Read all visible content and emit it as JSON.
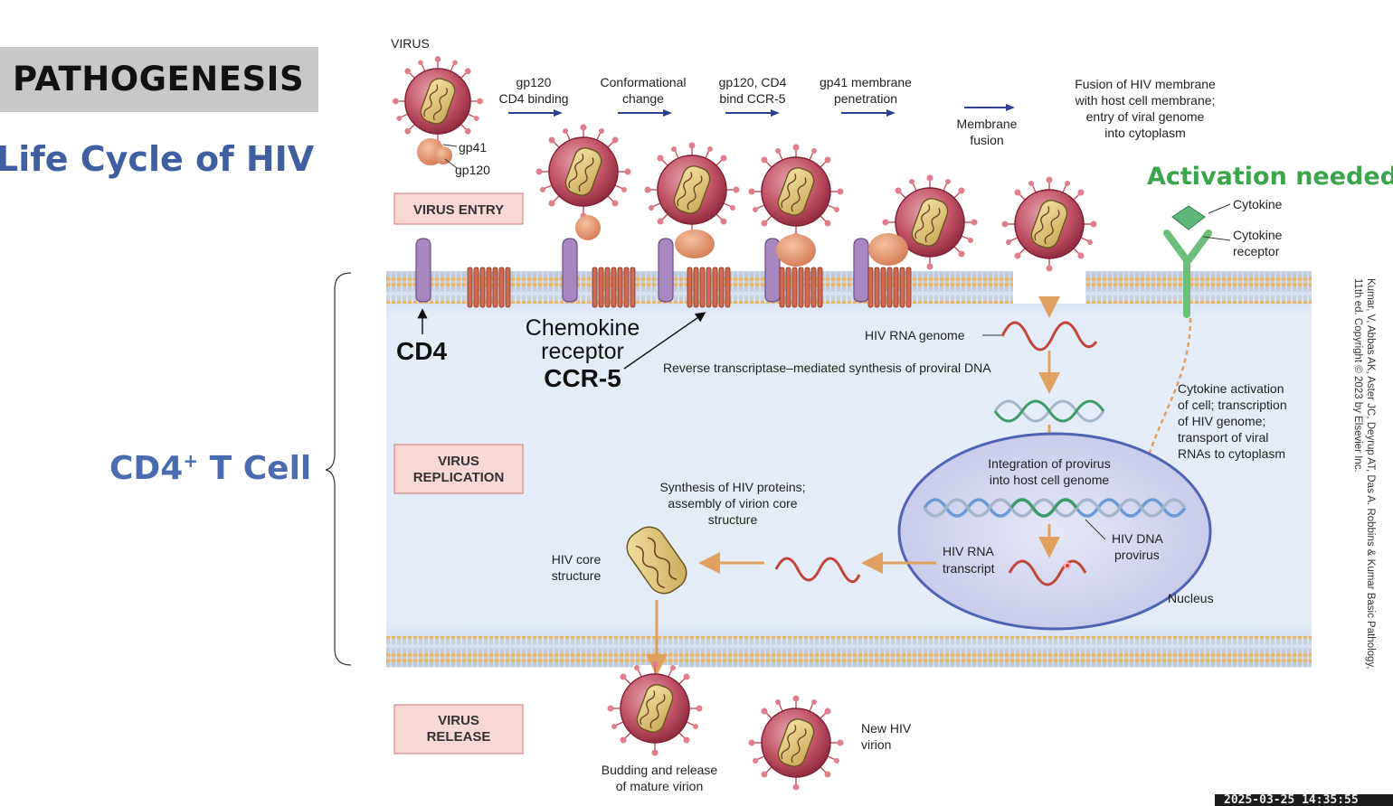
{
  "slide": {
    "title": "PATHOGENESIS",
    "subtitle": "Life Cycle of HIV",
    "cell_label_main": "CD4",
    "cell_label_sup": "+",
    "cell_label_rest": " T Cell",
    "activation_note": "Activation needed!",
    "timestamp": "2025-03-25 14:35:55",
    "citation_line1": "Kumar, V, Abbas AK,  Aster JC, Deyrup AT, Das A. Robbins & Kumar Basic Pathology,",
    "citation_line2": "11th ed.  Copyright © 2023 by Elsevier Inc."
  },
  "diagram": {
    "virus_label": "VIRUS",
    "gp41": "gp41",
    "gp120": "gp120",
    "stages": {
      "entry": "VIRUS ENTRY",
      "replication_1": "VIRUS",
      "replication_2": "REPLICATION",
      "release_1": "VIRUS",
      "release_2": "RELEASE"
    },
    "steps": [
      {
        "line1": "gp120",
        "line2": "CD4 binding"
      },
      {
        "line1": "Conformational",
        "line2": "change"
      },
      {
        "line1": "gp120, CD4",
        "line2": "bind CCR-5"
      },
      {
        "line1": "gp41 membrane",
        "line2": "penetration"
      },
      {
        "line1": "Membrane",
        "line2": "fusion"
      }
    ],
    "fusion_note": [
      "Fusion of HIV membrane",
      "with host cell membrane;",
      "entry of viral genome",
      "into cytoplasm"
    ],
    "cytokine": "Cytokine",
    "cytokine_receptor": [
      "Cytokine",
      "receptor"
    ],
    "cd4": "CD4",
    "chemokine": [
      "Chemokine",
      "receptor"
    ],
    "ccr5": "CCR-5",
    "hiv_rna_genome": "HIV RNA genome",
    "reverse_transcription": "Reverse transcriptase–mediated synthesis of proviral DNA",
    "cytokine_activation": [
      "Cytokine activation",
      "of cell; transcription",
      "of HIV genome;",
      "transport of viral",
      "RNAs to cytoplasm"
    ],
    "integration": [
      "Integration of provirus",
      "into host cell genome"
    ],
    "hiv_dna_provirus": [
      "HIV DNA",
      "provirus"
    ],
    "hiv_rna_transcript": [
      "HIV RNA",
      "transcript"
    ],
    "nucleus": "Nucleus",
    "synthesis": [
      "Synthesis of HIV proteins;",
      "assembly of virion core",
      "structure"
    ],
    "hiv_core": [
      "HIV core",
      "structure"
    ],
    "budding": [
      "Budding and release",
      "of mature virion"
    ],
    "new_virion": [
      "New HIV",
      "virion"
    ]
  },
  "colors": {
    "title_text": "#111111",
    "subtitle_blue": "#3f5fa0",
    "activation_green": "#3aa54a",
    "cytoplasm": "#dfe8f5",
    "virion_red": "#b8485a",
    "arrow_orange": "#e0a060",
    "step_arrow_blue": "#2d3f8f"
  }
}
